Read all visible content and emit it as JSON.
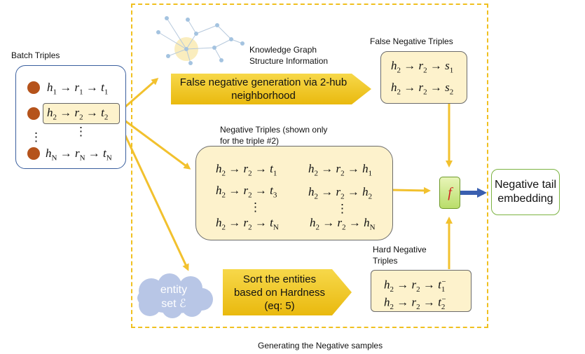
{
  "batch": {
    "title": "Batch Triples",
    "rows": [
      {
        "h": "h",
        "hs": "1",
        "r": "r",
        "rs": "1",
        "t": "t",
        "ts": "1"
      },
      {
        "h": "h",
        "hs": "2",
        "r": "r",
        "rs": "2",
        "t": "t",
        "ts": "2"
      },
      {
        "h": "h",
        "hs": "N",
        "r": "r",
        "rs": "N",
        "t": "t",
        "ts": "N"
      }
    ],
    "vdots": "⋮"
  },
  "kg_info": {
    "line1": "Knowledge Graph",
    "line2": "Structure Information"
  },
  "fn_generation": {
    "line1": "False negative generation via 2-hub",
    "line2": "neighborhood"
  },
  "false_negatives": {
    "title": "False Negative Triples",
    "rows": [
      {
        "h": "h",
        "hs": "2",
        "r": "r",
        "rs": "2",
        "t": "s",
        "ts": "1"
      },
      {
        "h": "h",
        "hs": "2",
        "r": "r",
        "rs": "2",
        "t": "s",
        "ts": "2"
      }
    ]
  },
  "negatives": {
    "title_line1": "Negative Triples (shown only",
    "title_line2": "for the triple #2)",
    "left": [
      {
        "h": "h",
        "hs": "2",
        "r": "r",
        "rs": "2",
        "t": "t",
        "ts": "1"
      },
      {
        "h": "h",
        "hs": "2",
        "r": "r",
        "rs": "2",
        "t": "t",
        "ts": "3"
      },
      {
        "h": "h",
        "hs": "2",
        "r": "r",
        "rs": "2",
        "t": "t",
        "ts": "N"
      }
    ],
    "right": [
      {
        "h": "h",
        "hs": "2",
        "r": "r",
        "rs": "2",
        "t": "h",
        "ts": "1"
      },
      {
        "h": "h",
        "hs": "2",
        "r": "r",
        "rs": "2",
        "t": "h",
        "ts": "2"
      },
      {
        "h": "h",
        "hs": "2",
        "r": "r",
        "rs": "2",
        "t": "h",
        "ts": "N"
      }
    ],
    "vdots": "⋮"
  },
  "entity_set": {
    "line1": "entity",
    "line2": "set ℰ"
  },
  "sort": {
    "line1": "Sort the entities",
    "line2": "based on Hardness",
    "line3": "(eq: 5)"
  },
  "hard_negatives": {
    "title_line1": "Hard Negative",
    "title_line2": "Triples",
    "rows": [
      {
        "h": "h",
        "hs": "2",
        "r": "r",
        "rs": "2",
        "t": "t",
        "ts": "1",
        "sup": "−"
      },
      {
        "h": "h",
        "hs": "2",
        "r": "r",
        "rs": "2",
        "t": "t",
        "ts": "2",
        "sup": "−"
      }
    ]
  },
  "f_label": "f",
  "output": {
    "line1": "Negative tail",
    "line2": "embedding"
  },
  "caption": "Generating the Negative samples",
  "arrow_symbol": "→",
  "colors": {
    "frame": "#f0c020",
    "arrow": "#f2c12e",
    "box_fill": "#fdf2cc",
    "dot": "#b5531b",
    "batch_border": "#3a5f9e",
    "output_border": "#7cb342",
    "f_text": "#d02020"
  }
}
